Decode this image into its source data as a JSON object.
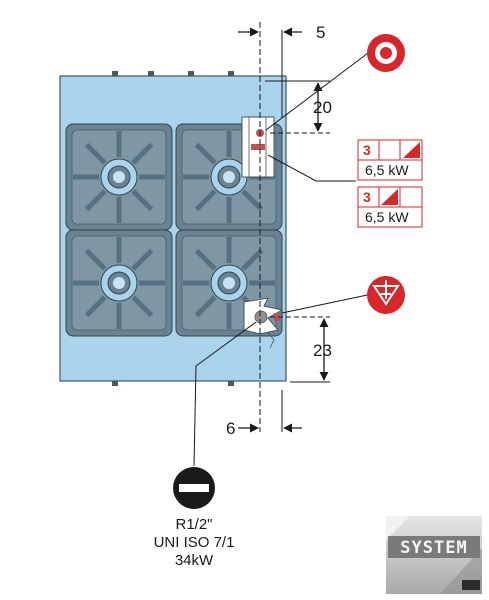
{
  "dimensions": {
    "top_offset": "5",
    "elec_height": "20",
    "gas_height": "23",
    "bottom_offset": "6"
  },
  "electrical": {
    "ratings": [
      {
        "phase": "3",
        "power": "6,5 kW"
      },
      {
        "phase": "3",
        "power": "6,5 kW"
      }
    ]
  },
  "gas": {
    "thread": "R1/2\"",
    "standard": "UNI ISO 7/1",
    "power": "34kW"
  },
  "logo": {
    "text": "SYSTEM"
  },
  "colors": {
    "appliance_fill": "#a9d4ec",
    "grate_fill": "#6b8391",
    "symbol_red": "#d8262b",
    "logo_silver": "#c8c8c8"
  }
}
